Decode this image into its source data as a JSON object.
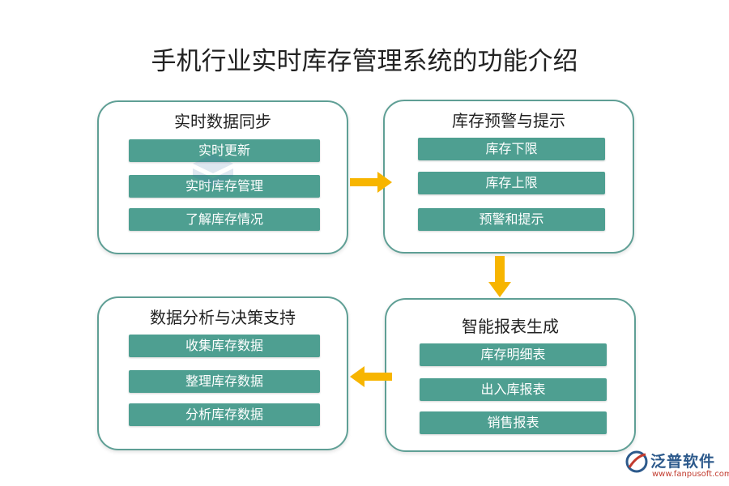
{
  "title": "手机行业实时库存管理系统的功能介绍",
  "panels": [
    {
      "title": "实时数据同步",
      "items": [
        "实时更新",
        "实时库存管理",
        "了解库存情况"
      ]
    },
    {
      "title": "库存预警与提示",
      "items": [
        "库存下限",
        "库存上限",
        "预警和提示"
      ]
    },
    {
      "title": "数据分析与决策支持",
      "items": [
        "收集库存数据",
        "整理库存数据",
        "分析库存数据"
      ]
    },
    {
      "title": "智能报表生成",
      "items": [
        "库存明细表",
        "出入库报表",
        "销售报表"
      ]
    }
  ],
  "logo": {
    "name": "泛普软件",
    "url": "www.fanpusoft.com"
  },
  "colors": {
    "border": "#5f9f95",
    "bar": "#4e9f91",
    "arrow": "#f7b500",
    "logo_blue": "#2d5a8c",
    "logo_red": "#c23b2e"
  }
}
